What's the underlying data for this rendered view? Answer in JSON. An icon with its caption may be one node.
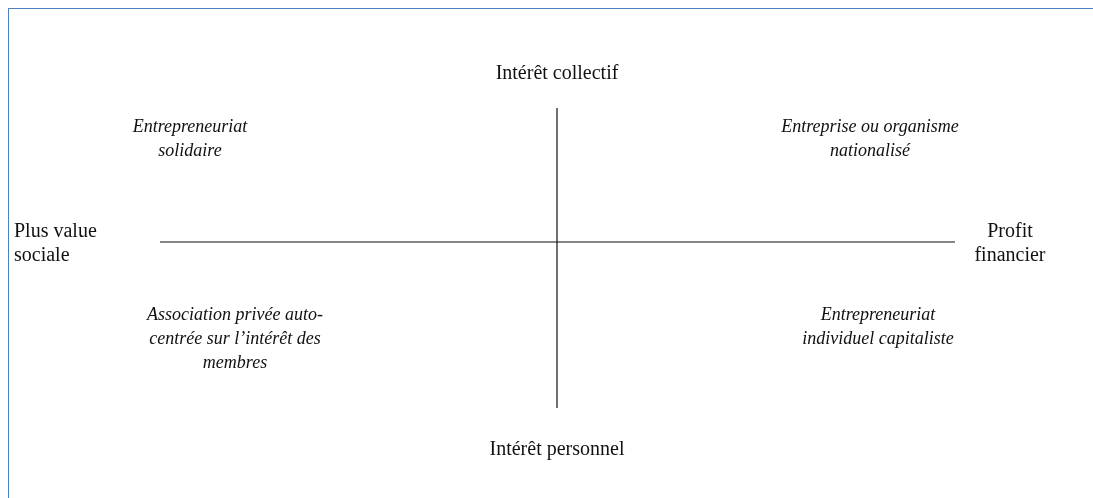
{
  "diagram": {
    "labels": [
      "Intérêt collectif",
      "Entrepreneuriat solidaire",
      "Entreprise ou organisme nationalisé",
      "Plus value sociale",
      "Profit financier",
      "Association privée auto-centrée sur l’intérêt des membres",
      "Entrepreneuriat individuel capitaliste",
      "Intérêt personnel"
    ]
  }
}
